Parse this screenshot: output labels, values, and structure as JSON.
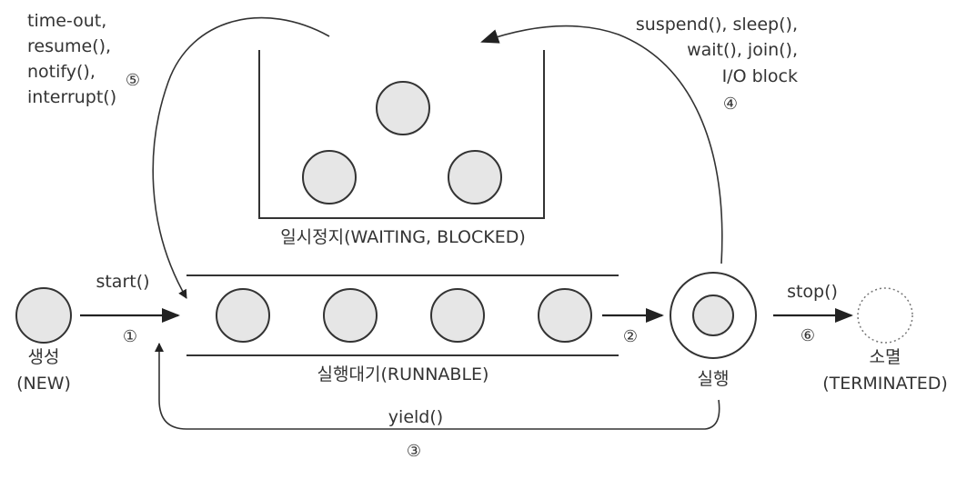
{
  "states": {
    "new": {
      "label": "생성",
      "sub": "(NEW)"
    },
    "runnable": {
      "label": "실행대기(RUNNABLE)"
    },
    "running": {
      "label": "실행"
    },
    "waiting": {
      "label": "일시정지(WAITING, BLOCKED)"
    },
    "terminated": {
      "label": "소멸",
      "sub": "(TERMINATED)"
    }
  },
  "transitions": {
    "t1": {
      "method": "start()",
      "num": "①"
    },
    "t2": {
      "num": "②"
    },
    "t3": {
      "method": "yield()",
      "num": "③"
    },
    "t4": {
      "methods": [
        "suspend(), sleep(),",
        "wait(), join(),",
        "I/O block"
      ],
      "num": "④"
    },
    "t5": {
      "methods": [
        "time-out,",
        "resume(),",
        "notify(),",
        "interrupt()"
      ],
      "num": "⑤"
    },
    "t6": {
      "method": "stop()",
      "num": "⑥"
    }
  },
  "colors": {
    "node_fill": "#e6e6e6",
    "stroke": "#333333",
    "text": "#333333"
  }
}
